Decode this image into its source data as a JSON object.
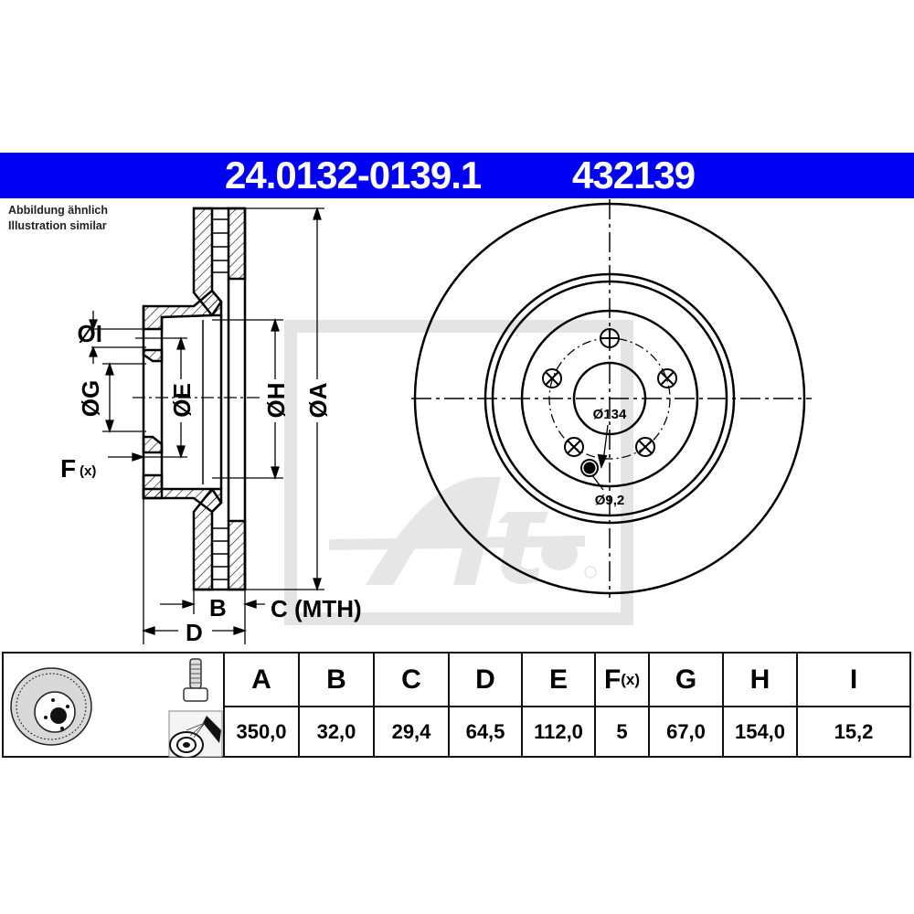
{
  "header": {
    "part_number": "24.0132-0139.1",
    "short_number": "432139",
    "background_color": "#0000f5",
    "text_color": "#ffffff"
  },
  "note": {
    "line1": "Abbildung ähnlich",
    "line2": "Illustration similar"
  },
  "side_view": {
    "labels": {
      "dia_I": "ØI",
      "dia_G": "ØG",
      "dia_E": "ØE",
      "dia_H": "ØH",
      "dia_A": "ØA",
      "F": "F",
      "F_sub": "(x)",
      "B": "B",
      "C": "C (MTH)",
      "D": "D"
    }
  },
  "front_view": {
    "pcd_label": "Ø134",
    "hole_label": "Ø9,2"
  },
  "watermark": {
    "brand": "Ate",
    "registered": "®",
    "color": "#e4e4e4"
  },
  "table": {
    "icons": [
      "brake-disc-thumbnail-icon",
      "bolt-icon",
      "cleaning-spray-icon"
    ],
    "headers": [
      {
        "key": "A",
        "label": "A"
      },
      {
        "key": "B",
        "label": "B"
      },
      {
        "key": "C",
        "label": "C"
      },
      {
        "key": "D",
        "label": "D"
      },
      {
        "key": "E",
        "label": "E"
      },
      {
        "key": "F",
        "label": "F",
        "sub": "(x)"
      },
      {
        "key": "G",
        "label": "G"
      },
      {
        "key": "H",
        "label": "H"
      },
      {
        "key": "I",
        "label": "I"
      }
    ],
    "values": [
      "350,0",
      "32,0",
      "29,4",
      "64,5",
      "112,0",
      "5",
      "67,0",
      "154,0",
      "15,2"
    ]
  }
}
